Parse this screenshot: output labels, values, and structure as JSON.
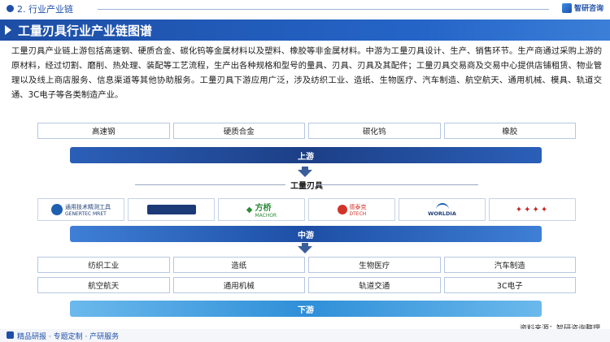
{
  "header": {
    "section": "2. 行业产业链",
    "brand": "智研咨询"
  },
  "title": "工量刃具行业产业链图谱",
  "description": "工量刃具产业链上游包括高速钢、硬质合金、碳化钨等金属材料以及塑料、橡胶等非金属材料。中游为工量刃具设计、生产、销售环节。生产商通过采购上游的原材料，经过切割、磨削、热处理、装配等工艺流程，生产出各种规格和型号的量具、刃具、刃具及其配件；工量刃具交易商及交易中心提供店铺租赁、物业管理以及线上商店服务、信息渠道等其他协助服务。工量刃具下游应用广泛，涉及纺织工业、造纸、生物医疗、汽车制造、航空航天、通用机械、模具、轨道交通、3C电子等各类制造产业。",
  "upstream": {
    "materials": [
      "高速钢",
      "硬质合金",
      "碳化钨",
      "橡胶"
    ],
    "label": "上游"
  },
  "midstream": {
    "product_label": "工量刃具",
    "logos": [
      {
        "text": "通用技术精测工具",
        "sub": "GENERTEC MRET",
        "color": "#1e5fb0"
      },
      {
        "text": "",
        "sub": "",
        "color": "#1c3a78"
      },
      {
        "text": "方桥",
        "sub": "MACHOR",
        "color": "#2f8a3a"
      },
      {
        "text": "德泰克",
        "sub": "DTECH",
        "color": "#d2342a"
      },
      {
        "text": "WORLDIA",
        "sub": "",
        "color": "#1e5fb0"
      },
      {
        "text": "",
        "sub": "",
        "color": "#c0282a"
      }
    ],
    "label": "中游"
  },
  "downstream": {
    "row1": [
      "纺织工业",
      "造纸",
      "生物医疗",
      "汽车制造"
    ],
    "row2": [
      "航空航天",
      "通用机械",
      "轨道交通",
      "3C电子"
    ],
    "label": "下游"
  },
  "footer": {
    "source": "资料来源：智研咨询整理",
    "tagline": "精品研报 · 专题定制 · 产研服务"
  },
  "colors": {
    "primary": "#1e4fa8",
    "upstream_bar": "#1c3f86",
    "midstream_bar": "#1d4ea5",
    "downstream_bar": "#2f8fd8"
  }
}
